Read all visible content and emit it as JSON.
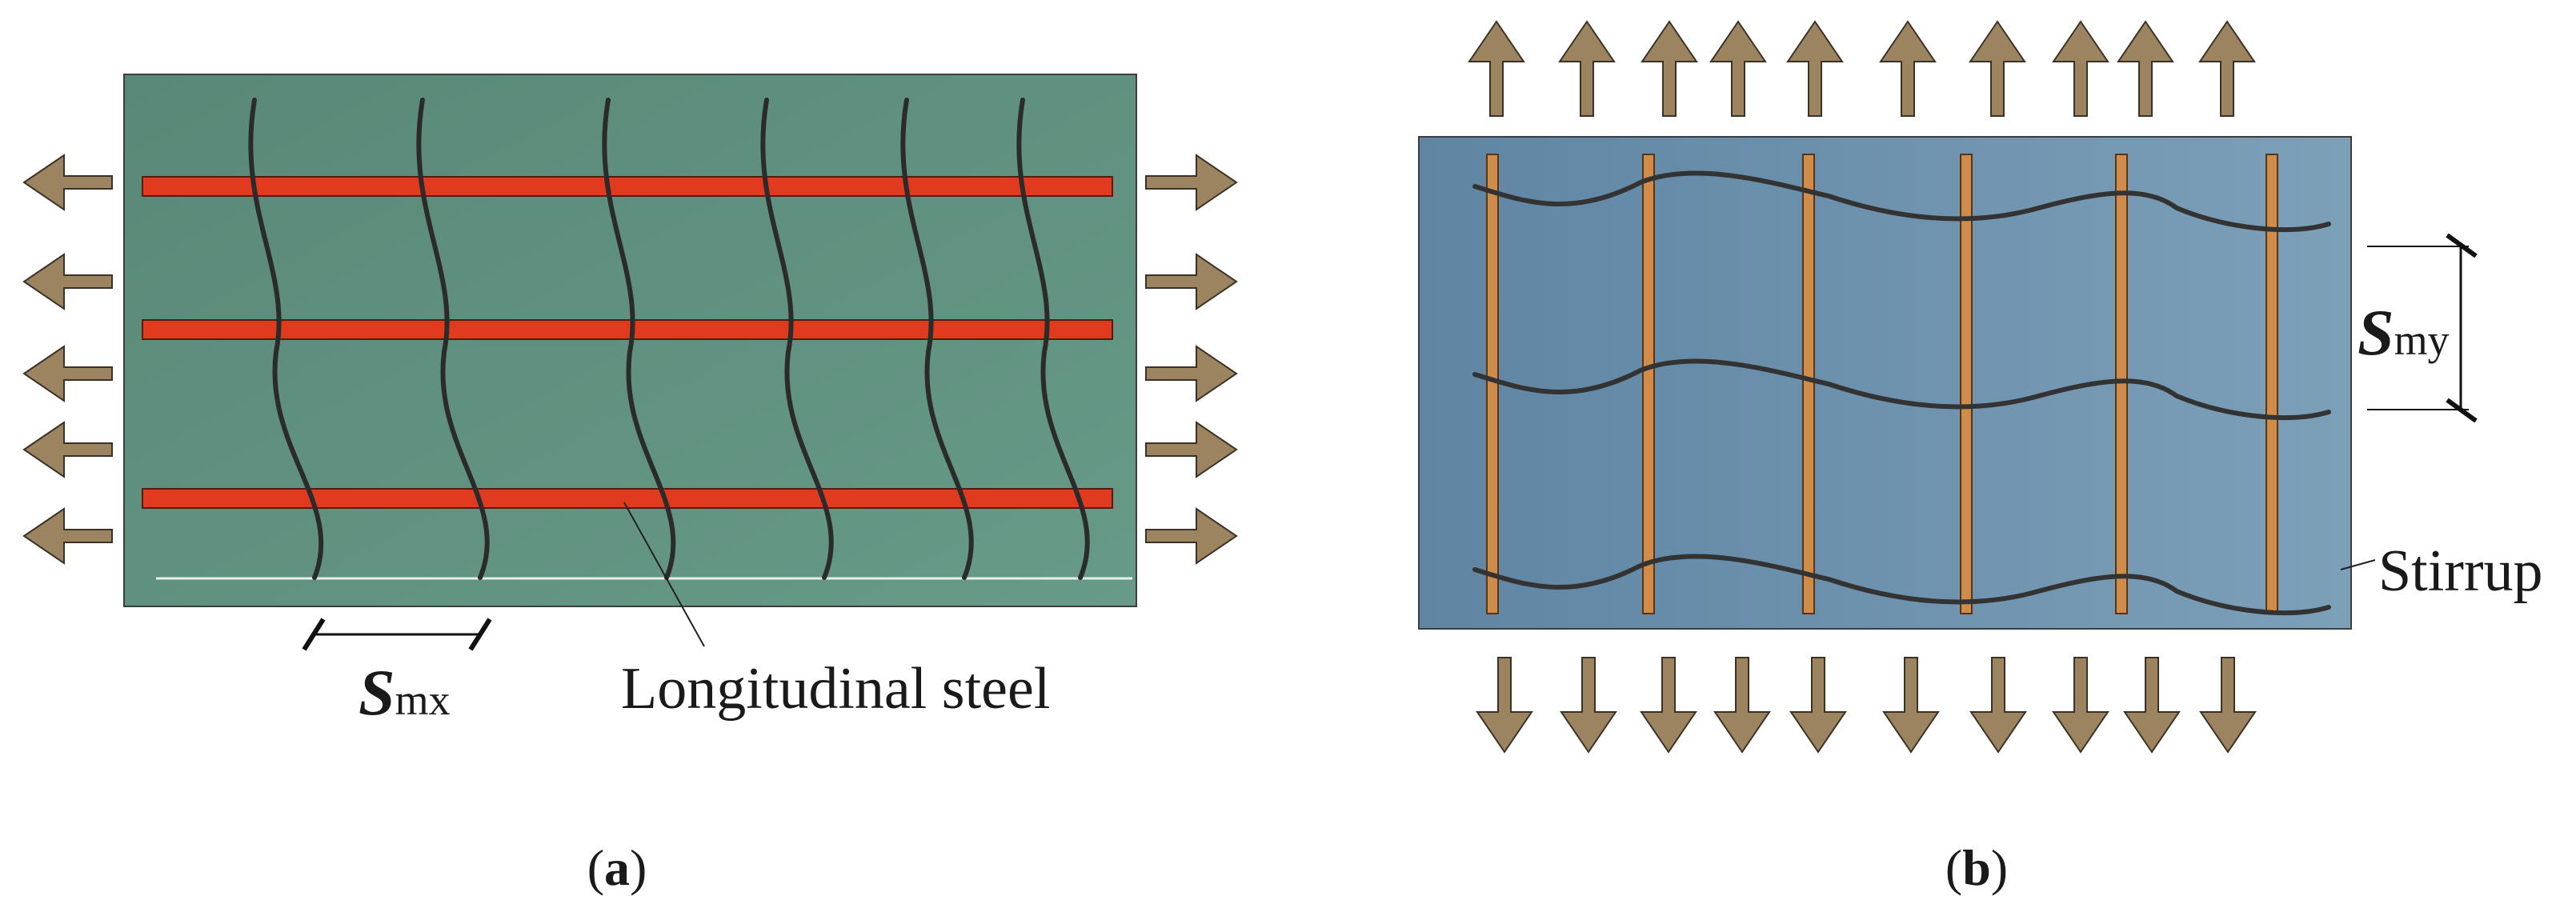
{
  "panel_a": {
    "label_open": "(",
    "label_letter": "a",
    "label_close": ")",
    "spacing_symbol": "S",
    "spacing_subscript": "mx",
    "callout_text": "Longitudinal steel",
    "colors": {
      "concrete": "#5e8e7e",
      "steel": "#e03a1f",
      "crack": "#2b2b2b",
      "arrow": "#9c8461"
    }
  },
  "panel_b": {
    "label_open": "(",
    "label_letter": "b",
    "label_close": ")",
    "spacing_symbol": "S",
    "spacing_subscript": "my",
    "callout_text": "Stirrup",
    "colors": {
      "concrete": "#6a8fad",
      "steel": "#d08c4a",
      "crack": "#333333",
      "arrow": "#9c8461"
    }
  }
}
